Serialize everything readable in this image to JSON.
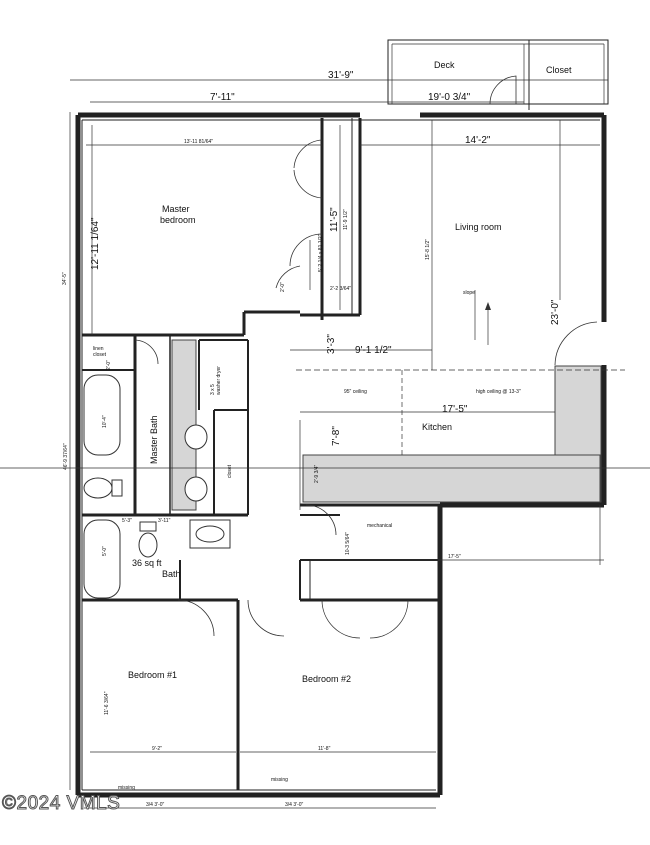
{
  "rooms": {
    "deck": "Deck",
    "closet": "Closet",
    "master_bedroom": "Master\nbedroom",
    "living_room": "Living room",
    "kitchen": "Kitchen",
    "master_bath": "Master Bath",
    "bath": "Bath",
    "bath_area": "36 sq ft",
    "bedroom1": "Bedroom #1",
    "bedroom2": "Bedroom #2",
    "mechanical": "mechanical",
    "linen_closet": "linen\ncloset",
    "washer_dryer": "3 x 5\nwasher dryer",
    "closet_small": "closet"
  },
  "dimensions": {
    "overall_width": "31'-9\"",
    "master_width": "7'-11\"",
    "deck_width": "19'-0 3/4\"",
    "living_width": "14'-2\"",
    "master_height": "12'-11 1/64\"",
    "master_small_width": "13'-11 81/64\"",
    "closet_height": "11'-5\"",
    "closet_small": "11'-9 1/2\"",
    "living_height_a": "15'-8 1/2\"",
    "living_height_b": "23'-0\"",
    "hall_height": "3'-3\"",
    "hall_width": "9'-1 1/2\"",
    "kitchen_width": "17'-5\"",
    "kitchen_height": "7'-8\"",
    "bottom_width": "17'-5\"",
    "closet_depth": "2'-2 3/64\"",
    "closet_door": "5'-2 1/4 x 81 1/2\"",
    "ceiling_low": "95\" ceiling",
    "ceiling_high": "high ceiling @ 13-3\"",
    "slope": "slope",
    "overall_height": "46'-9 37/64\"",
    "left_dim": "34'-5\"",
    "tub_dim_1": "10'-4\"",
    "tub_dim_2": "5'-0\"",
    "bath_dims_1": "5'-3\"",
    "bath_dims_2": "3'-11\"",
    "mechanical_dim": "10-3 5/64\"",
    "kitchen_small": "2'-9 3/4\"",
    "bed1_height": "11'-6 3/64\"",
    "bed1_width": "9'-2\"",
    "bed2_width": "11'-8\"",
    "missing1": "missing",
    "missing2": "missing",
    "bottom_dim1": "3/4 3'-0\"",
    "bottom_dim2": "3/4 3'-0\"",
    "small_dim1": "2'-0\"",
    "small_dim2": "2'-0\""
  },
  "watermark": "©2024 VMLS"
}
